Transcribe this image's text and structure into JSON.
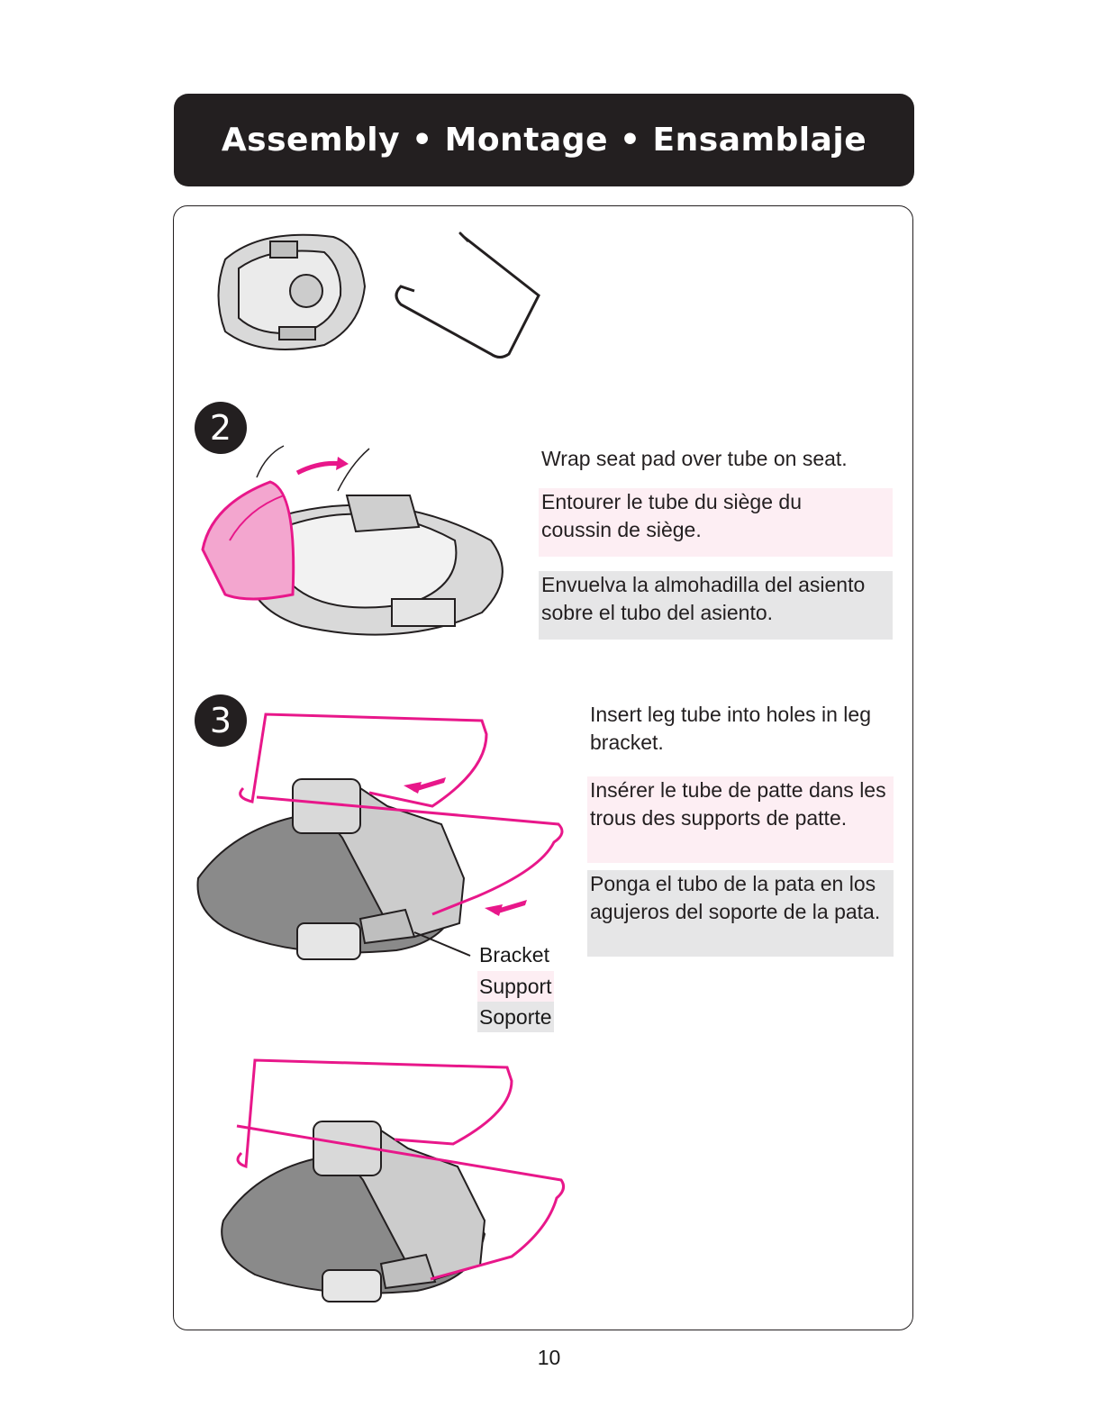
{
  "header": {
    "title": "Assembly  • Montage • Ensamblaje"
  },
  "steps": [
    {
      "number": "2",
      "en": "Wrap seat pad over tube on seat.",
      "fr": "Entourer le tube du siège du coussin de siège.",
      "es": "Envuelva la almohadilla del asiento sobre el tubo del asiento."
    },
    {
      "number": "3",
      "en": "Insert leg tube into holes in leg bracket.",
      "fr": "Insérer le tube de patte dans les trous des supports de patte.",
      "es": "Ponga el tubo de la pata en los agujeros del soporte de la pata.",
      "callout": {
        "en": "Bracket",
        "fr": "Support",
        "es": "Soporte"
      }
    }
  ],
  "page_number": "10",
  "colors": {
    "accent": "#e8178a",
    "header_bg": "#231f20",
    "fr_bg": "#fdeef3",
    "es_bg": "#e6e6e7"
  }
}
